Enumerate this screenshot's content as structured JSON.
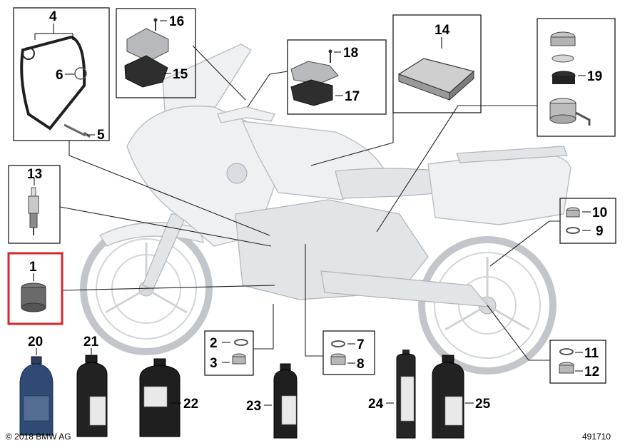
{
  "callouts": {
    "c1": "1",
    "c2": "2",
    "c3": "3",
    "c4": "4",
    "c5": "5",
    "c6": "6",
    "c7": "7",
    "c8": "8",
    "c9": "9",
    "c10": "10",
    "c11": "11",
    "c12": "12",
    "c13": "13",
    "c14": "14",
    "c15": "15",
    "c16": "16",
    "c17": "17",
    "c18": "18",
    "c19": "19",
    "c20": "20",
    "c21": "21",
    "c22": "22",
    "c23": "23",
    "c24": "24",
    "c25": "25"
  },
  "footer": {
    "copyright": "© 2018 BMW AG",
    "diagram_number": "491710"
  },
  "colors": {
    "highlight_box": "#d9262b",
    "motorcycle_fill": "#eef0f2",
    "outline": "#1a1a1a"
  }
}
